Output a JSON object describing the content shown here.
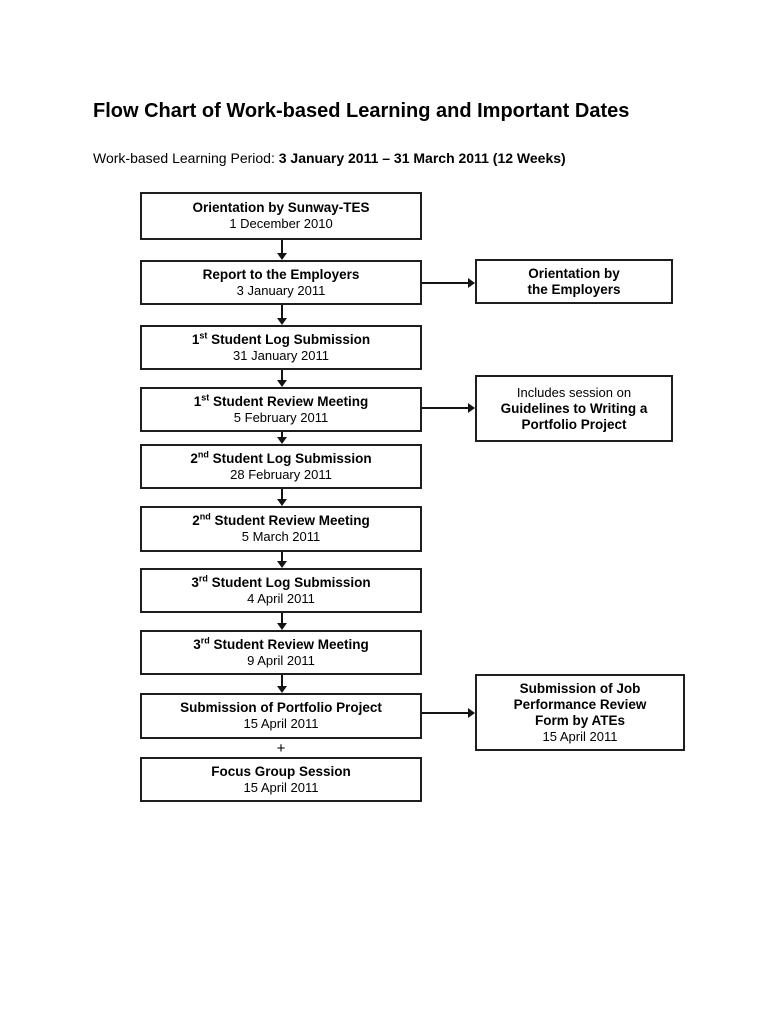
{
  "page": {
    "title": "Flow Chart of Work-based Learning and Important Dates",
    "subtitle_label": "Work-based Learning Period: ",
    "subtitle_value": "3 January 2011 – 31 March 2011 (12 Weeks)"
  },
  "flowchart": {
    "plus_sign": "+",
    "main_boxes": [
      {
        "pre": "Orientation by Sunway-TES",
        "sup": "",
        "post": "",
        "date": "1 December 2010"
      },
      {
        "pre": "Report to the Employers",
        "sup": "",
        "post": "",
        "date": "3 January 2011"
      },
      {
        "pre": "1",
        "sup": "st",
        "post": " Student Log Submission",
        "date": "31 January 2011"
      },
      {
        "pre": "1",
        "sup": "st",
        "post": " Student Review Meeting",
        "date": "5 February 2011"
      },
      {
        "pre": "2",
        "sup": "nd",
        "post": " Student Log Submission",
        "date": "28 February 2011"
      },
      {
        "pre": "2",
        "sup": "nd",
        "post": " Student Review Meeting",
        "date": "5 March 2011"
      },
      {
        "pre": "3",
        "sup": "rd",
        "post": " Student Log Submission",
        "date": "4 April 2011"
      },
      {
        "pre": "3",
        "sup": "rd",
        "post": " Student Review Meeting",
        "date": "9 April 2011"
      },
      {
        "pre": "Submission of Portfolio Project",
        "sup": "",
        "post": "",
        "date": "15 April 2011"
      },
      {
        "pre": "Focus Group Session",
        "sup": "",
        "post": "",
        "date": "15 April 2011"
      }
    ],
    "side_boxes": [
      {
        "line1": "Orientation by",
        "line2": "the Employers"
      },
      {
        "line1": "Includes session on",
        "line2": "Guidelines to Writing a",
        "line3": "Portfolio Project"
      },
      {
        "line1": "Submission of Job",
        "line2": "Performance Review",
        "line3": "Form by ATEs",
        "date": "15 April 2011"
      }
    ]
  }
}
